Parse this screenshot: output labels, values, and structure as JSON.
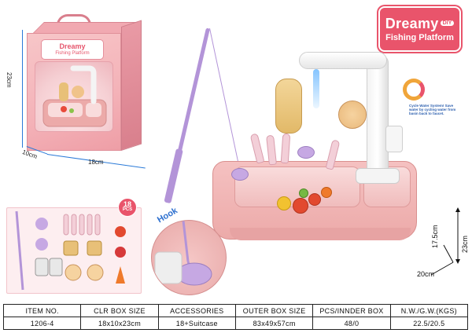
{
  "brand": {
    "name": "Dreamy",
    "tag": "DIY",
    "product": "Fishing Platform",
    "color": "#e9546b"
  },
  "box": {
    "logo_name": "Dreamy",
    "logo_product": "Fishing Platform",
    "height_label": "23cm",
    "depth_label": "10cm",
    "width_label": "18cm"
  },
  "cycle_note": "Cycle Water System! Save water by cycling water from basin back to faucet.",
  "accessories_badge": {
    "count": "18",
    "unit": "PCS"
  },
  "hook_label": "Hook",
  "dimensions": {
    "depth": "17.5cm",
    "height": "23cm",
    "width": "20cm"
  },
  "specs": {
    "headers": [
      "ITEM NO.",
      "CLR BOX SIZE",
      "ACCESSORIES",
      "OUTER BOX SIZE",
      "PCS/INNDER BOX",
      "N.W./G.W.(KGS)"
    ],
    "values": [
      "1206-4",
      "18x10x23cm",
      "18+Suitcase",
      "83x49x57cm",
      "48/0",
      "22.5/20.5"
    ]
  }
}
